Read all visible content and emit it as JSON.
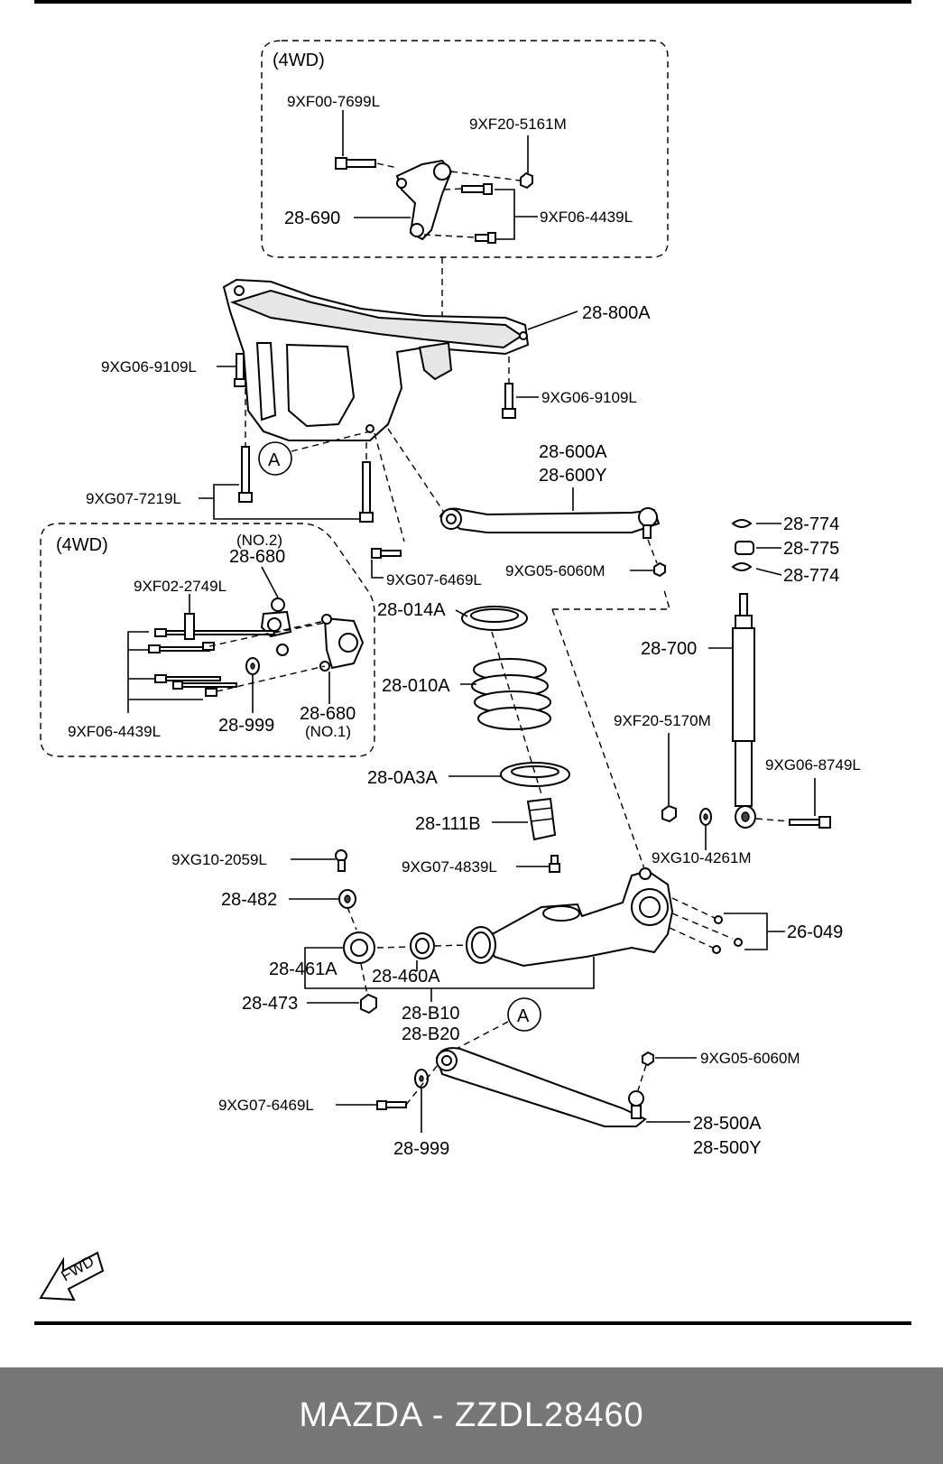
{
  "labels": {
    "region_4wd_top": "(4WD)",
    "p_9xf00_7699l": "9XF00-7699L",
    "p_9xf20_5161m": "9XF20-5161M",
    "p_28_690": "28-690",
    "p_9xf06_4439l_top": "9XF06-4439L",
    "p_28_800a": "28-800A",
    "p_9xg06_9109l_left": "9XG06-9109L",
    "p_9xg06_9109l_right": "9XG06-9109L",
    "callout_a_top": "A",
    "p_9xg07_7219l": "9XG07-7219L",
    "p_28_600a": "28-600A",
    "p_28_600y": "28-600Y",
    "p_28_774_top": "28-774",
    "p_28_775": "28-775",
    "p_28_774_bottom": "28-774",
    "region_4wd_left": "(4WD)",
    "no2": "(NO.2)",
    "p_28_680_top": "28-680",
    "p_9xf02_2749l": "9XF02-2749L",
    "p_9xg07_6469l_mid": "9XG07-6469L",
    "p_9xg05_6060m_mid": "9XG05-6060M",
    "p_28_014a": "28-014A",
    "p_28_700": "28-700",
    "p_28_010a": "28-010A",
    "p_9xf06_4439l_left": "9XF06-4439L",
    "p_28_999_left": "28-999",
    "p_28_680_bottom": "28-680",
    "no1": "(NO.1)",
    "p_9xf20_5170m": "9XF20-5170M",
    "p_9xg06_8749l": "9XG06-8749L",
    "p_28_0a3a": "28-0A3A",
    "p_28_111b": "28-111B",
    "p_9xg10_4261m": "9XG10-4261M",
    "p_9xg10_2059l": "9XG10-2059L",
    "p_9xg07_4839l": "9XG07-4839L",
    "p_28_482": "28-482",
    "p_26_049": "26-049",
    "p_28_461a": "28-461A",
    "p_28_460a": "28-460A",
    "p_28_473": "28-473",
    "p_28_b10": "28-B10",
    "p_28_b20": "28-B20",
    "callout_a_bottom": "A",
    "p_9xg05_6060m_bottom": "9XG05-6060M",
    "p_9xg07_6469l_bottom": "9XG07-6469L",
    "p_28_500a": "28-500A",
    "p_28_500y": "28-500Y",
    "p_28_999_bottom": "28-999",
    "fwd": "FWD"
  },
  "footer": {
    "caption": "MAZDA - ZZDL28460"
  }
}
